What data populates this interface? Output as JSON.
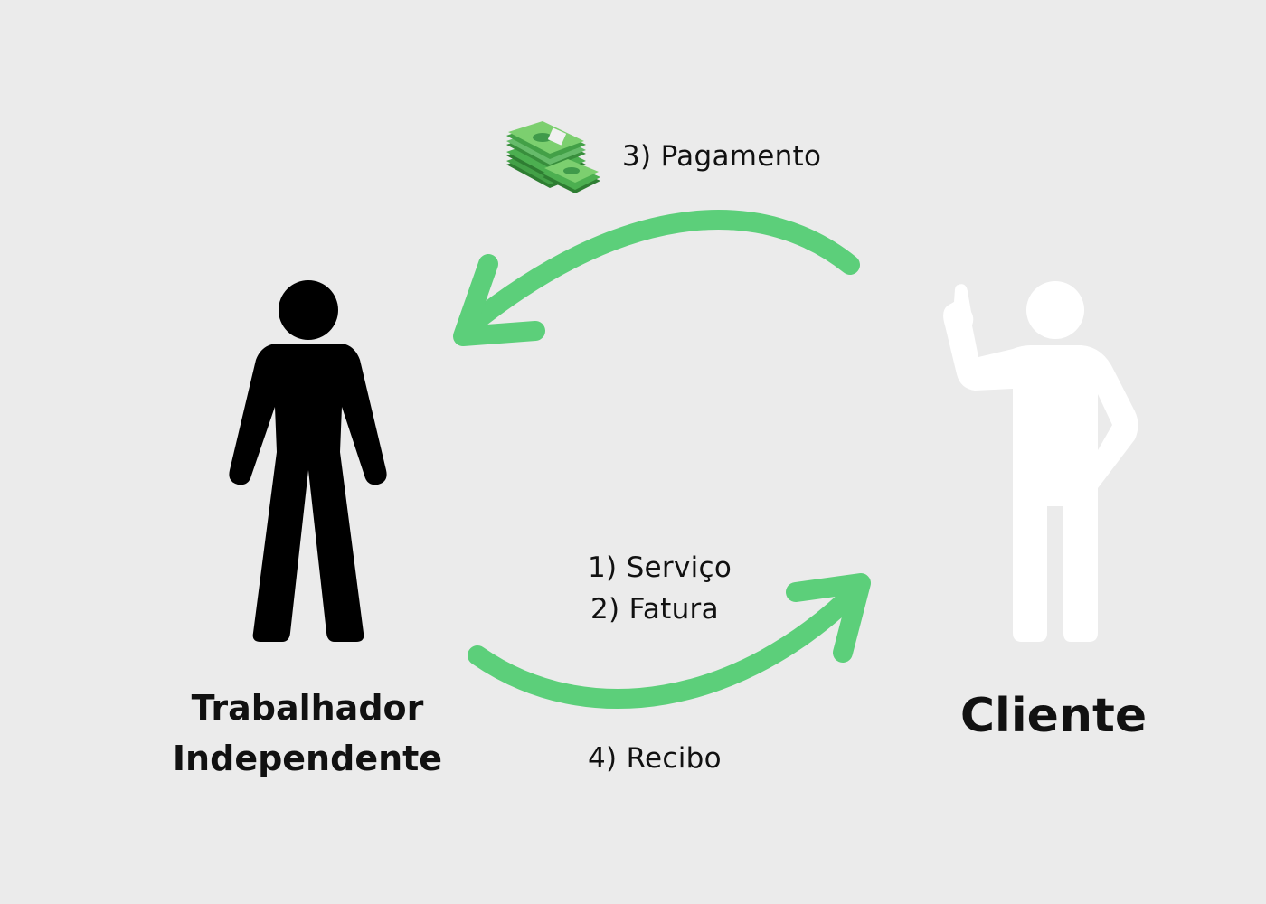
{
  "diagram": {
    "steps": {
      "payment": "3) Pagamento",
      "service": "1) Serviço",
      "invoice": "2) Fatura",
      "receipt": "4) Recibo"
    },
    "parties": {
      "worker_line1": "Trabalhador",
      "worker_line2": "Independente",
      "client": "Cliente"
    },
    "icons": {
      "worker": "person-standing-icon",
      "client": "person-raising-hand-icon",
      "money": "money-stack-icon",
      "arrow_top": "curved-arrow-left-icon",
      "arrow_bottom": "curved-arrow-right-icon"
    },
    "colors": {
      "background": "#ebebeb",
      "arrow": "#5ccf7a",
      "worker": "#000000",
      "client": "#ffffff",
      "money": "#4caf50"
    }
  }
}
